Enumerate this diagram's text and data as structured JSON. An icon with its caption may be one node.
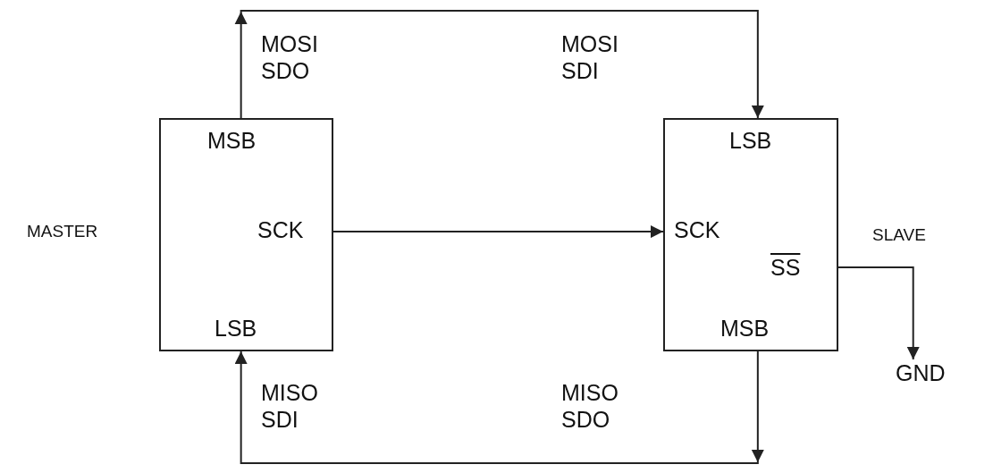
{
  "diagram": {
    "nodes": [
      {
        "text": [
          "MSB",
          "SCK",
          "LSB"
        ],
        "beside": [
          "MASTER"
        ]
      },
      {
        "text": [
          "LSB",
          "SCK",
          "SS",
          "MSB"
        ],
        "beside": [
          "SLAVE"
        ]
      },
      {
        "text": [
          "GND"
        ]
      }
    ],
    "edges": [
      {
        "from": 0,
        "to": 1,
        "arrow": "to"
      },
      {
        "from": 0,
        "to": 1,
        "arrow": "to"
      },
      {
        "from": 1,
        "to": 0,
        "arrow": "to"
      },
      {
        "from": 1,
        "to": 2,
        "arrow": "to"
      }
    ],
    "labels": [
      "MOSI SDO",
      "MOSI SDI",
      "MISO SDI",
      "MISO SDO"
    ]
  }
}
